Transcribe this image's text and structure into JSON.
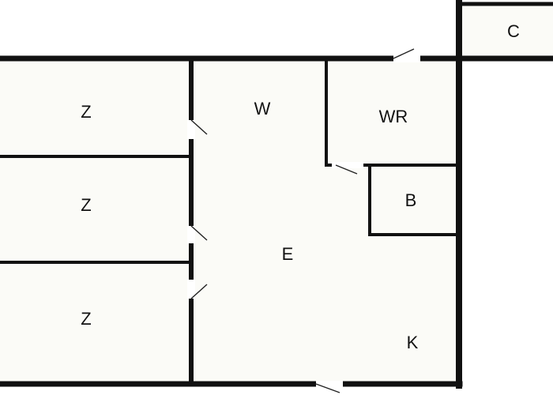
{
  "colors": {
    "wall": "#111111",
    "floor": "#fbfbf7",
    "background": "#ffffff",
    "door_gap": "#ffffff",
    "door_swing": "#222222"
  },
  "rooms": [
    {
      "id": "bedroom-1",
      "label": "Z"
    },
    {
      "id": "bedroom-2",
      "label": "Z"
    },
    {
      "id": "bedroom-3",
      "label": "Z"
    },
    {
      "id": "living",
      "label": "W"
    },
    {
      "id": "hall",
      "label": "E"
    },
    {
      "id": "kitchen",
      "label": "K"
    },
    {
      "id": "washroom",
      "label": "WR"
    },
    {
      "id": "bathroom",
      "label": "B"
    },
    {
      "id": "closet",
      "label": "C"
    }
  ]
}
